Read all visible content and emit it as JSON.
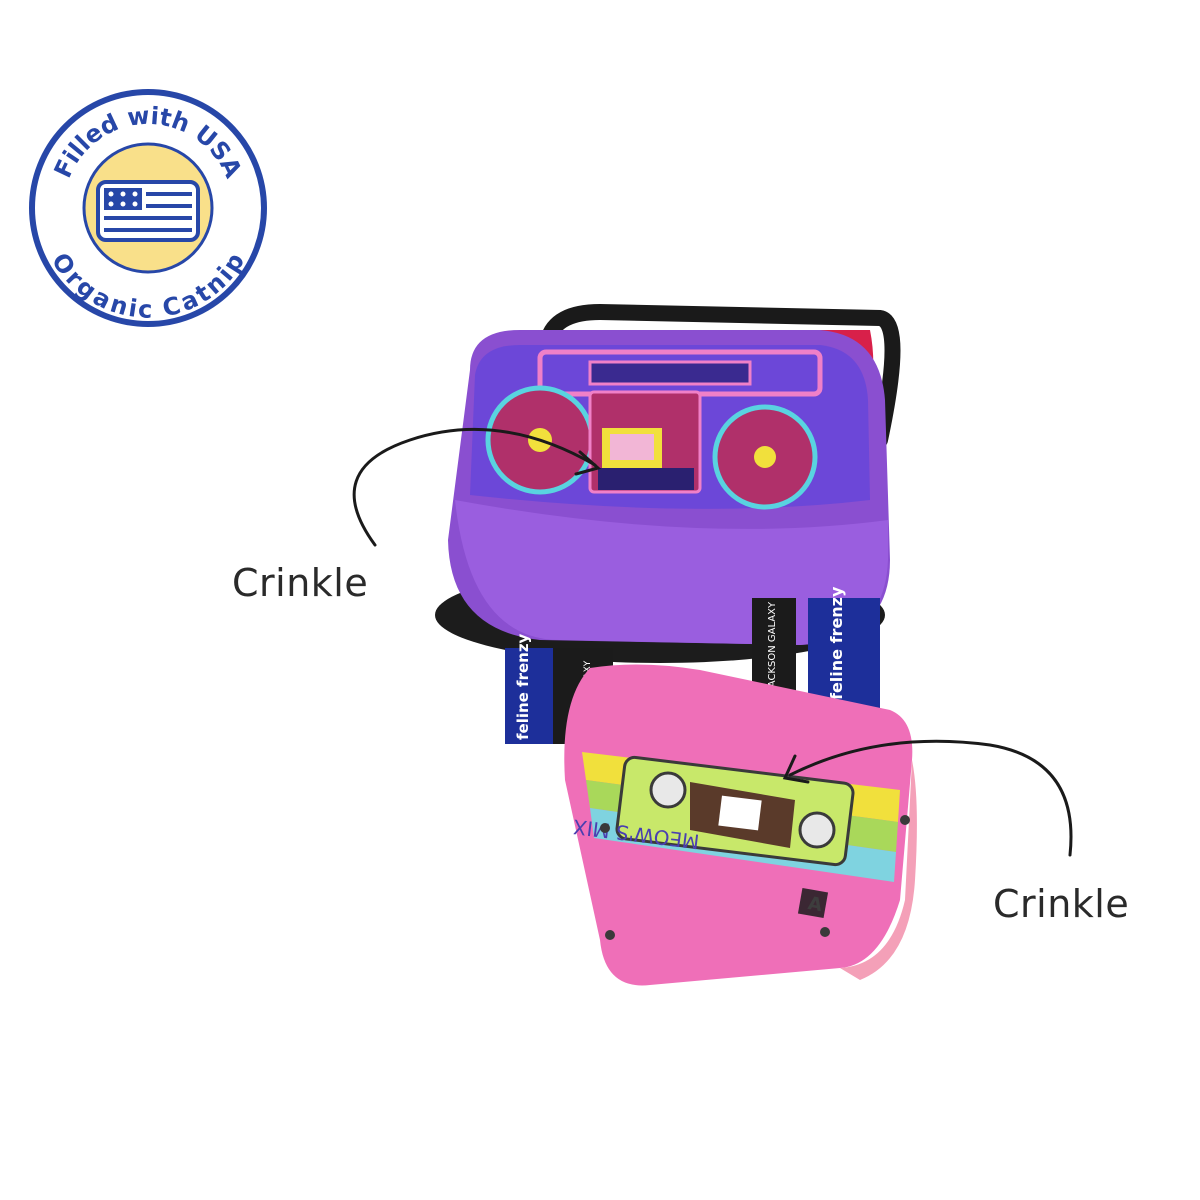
{
  "badge": {
    "top_text": "Filled with USA",
    "bottom_text": "Organic Catnip",
    "ring_color": "#2747a8",
    "center_color": "#f9e08a",
    "icon": "flag-icon"
  },
  "callouts": {
    "boombox_label": "Crinkle",
    "cassette_label": "Crinkle"
  },
  "products": {
    "boombox": {
      "tag_brand": "feline frenzy",
      "tag_maker": "JACKSON GALAXY",
      "body_color": "#8a4fd0",
      "handle_color": "#d8204a"
    },
    "cassette": {
      "tag_brand": "feline frenzy",
      "tag_maker": "JACKSON GALAXY",
      "cassette_title": "MEOW'S MIX",
      "side_letter": "A",
      "body_color": "#ef6fb8"
    }
  },
  "colors": {
    "text": "#2a2a2a",
    "tag_blue": "#1d2f9a"
  }
}
